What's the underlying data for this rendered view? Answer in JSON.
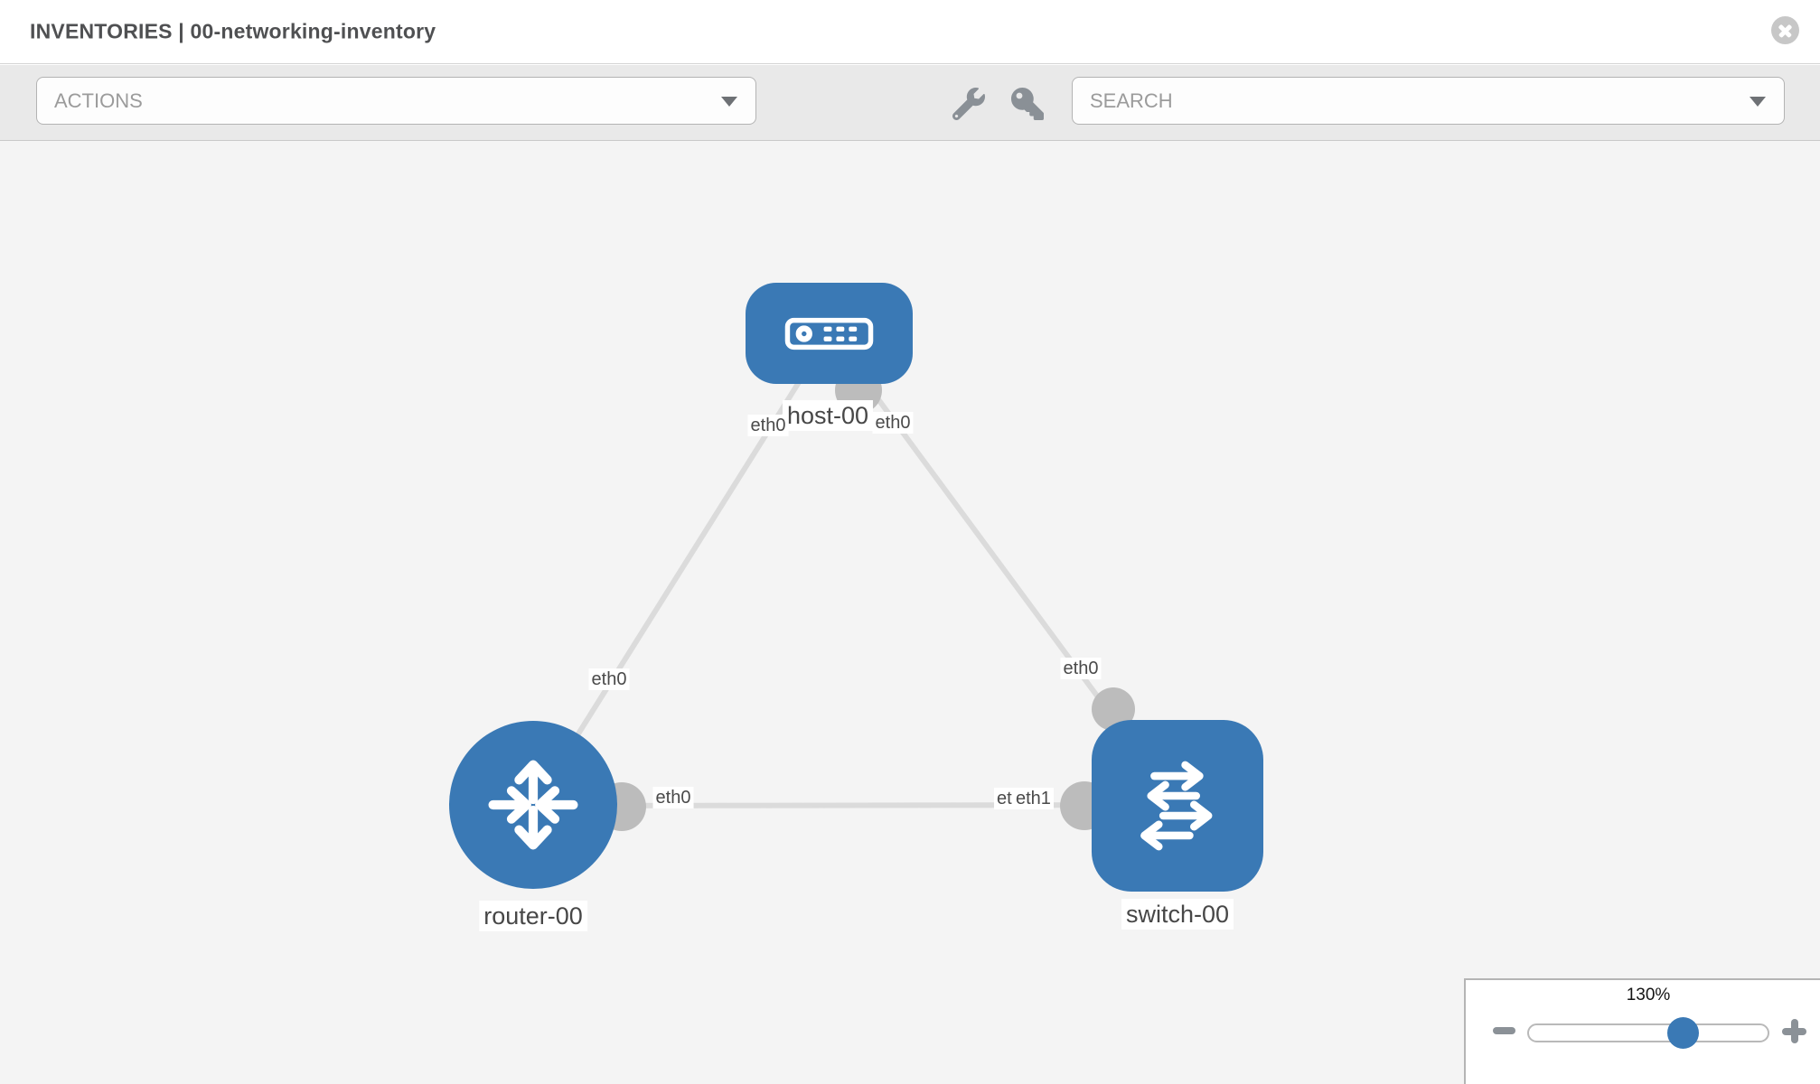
{
  "header": {
    "title": "INVENTORIES | 00-networking-inventory",
    "close_icon": "x-circle"
  },
  "toolbar": {
    "actions_label": "ACTIONS",
    "search_label": "SEARCH",
    "icon_buttons": [
      "wrench-icon",
      "key-icon"
    ]
  },
  "topology": {
    "nodes": [
      {
        "id": "host-00",
        "type": "host",
        "label": "host-00",
        "icon": "server-icon"
      },
      {
        "id": "router-00",
        "type": "router",
        "label": "router-00",
        "icon": "router-arrows-icon"
      },
      {
        "id": "switch-00",
        "type": "switch",
        "label": "switch-00",
        "icon": "switch-arrows-icon"
      }
    ],
    "links": [
      {
        "from": "host-00",
        "to": "router-00"
      },
      {
        "from": "host-00",
        "to": "switch-00"
      },
      {
        "from": "router-00",
        "to": "switch-00"
      }
    ],
    "interface_labels": {
      "host_to_router_at_host": "eth0",
      "host_to_router_at_router": "eth0",
      "host_to_switch_at_host": "eth0",
      "host_to_switch_at_switch": "eth0",
      "router_to_switch_at_router": "eth0",
      "router_to_switch_at_switch_under": "eth0",
      "router_to_switch_at_switch_over": "eth1"
    }
  },
  "zoom_control": {
    "level": "130%",
    "minus_icon": "minus",
    "plus_icon": "plus"
  },
  "colors": {
    "node_blue": "#3a79b5",
    "port_gray": "#bcbcbc",
    "edge_gray": "#dbdbdb",
    "canvas_bg": "#f4f4f4",
    "toolbar_bg": "#e9e9e9"
  }
}
